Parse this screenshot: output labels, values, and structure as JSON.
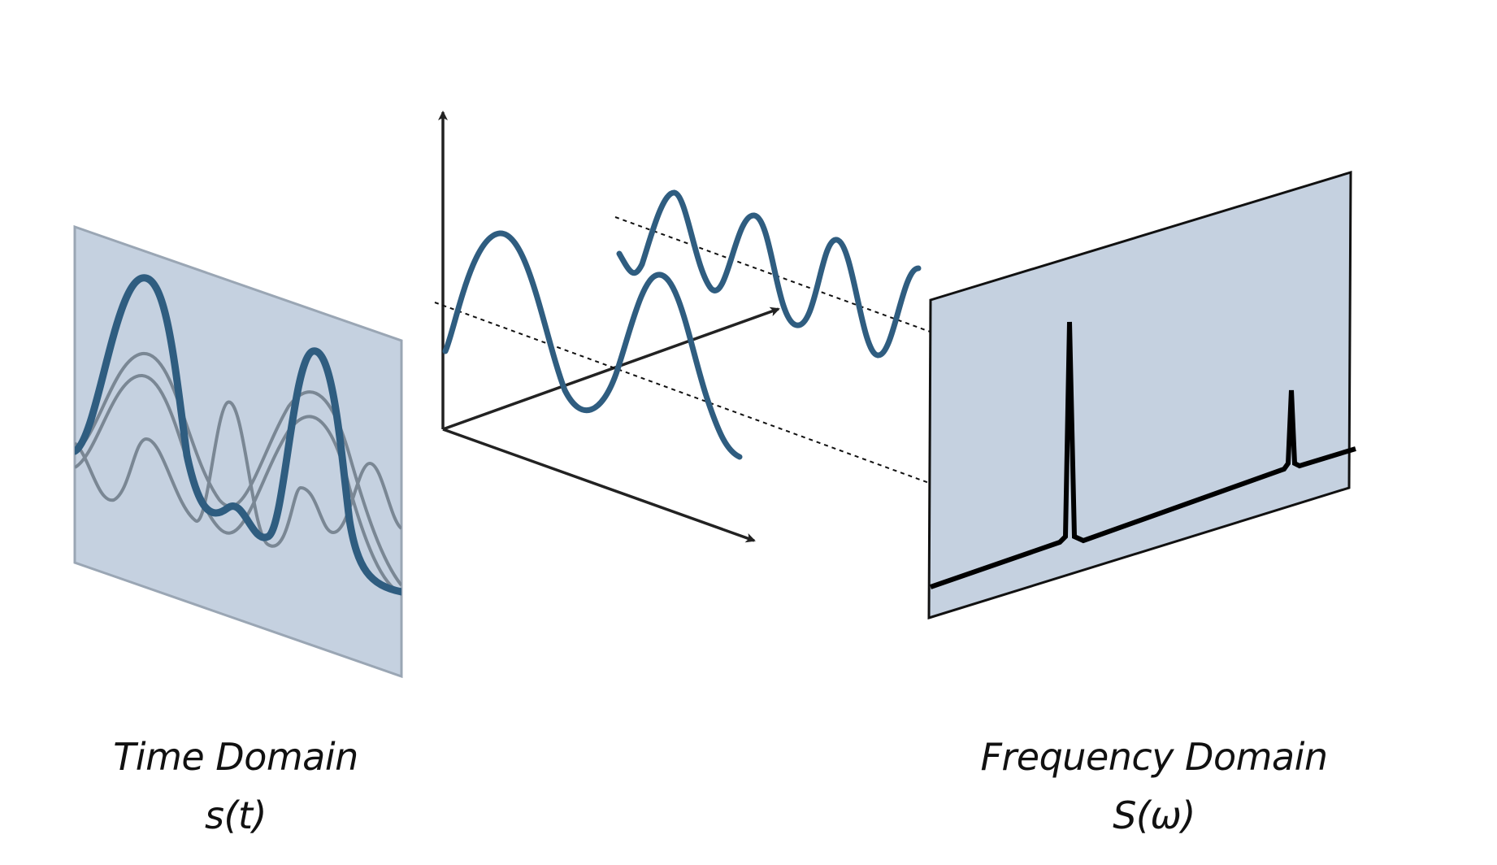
{
  "captions": {
    "time_title": "Time Domain",
    "time_symbol": "s(t)",
    "freq_title": "Frequency Domain",
    "freq_symbol": "S(ω)"
  },
  "colors": {
    "panel_fill": "#c5d1e0",
    "wave": "#2f5d80",
    "wave_thin": "#7a8794",
    "axis": "#222222",
    "spectrum": "#000000"
  },
  "components": [
    {
      "name": "component-low",
      "cycles_in_panel": 2
    },
    {
      "name": "component-high",
      "cycles_in_panel": 4
    }
  ],
  "spectrum_peaks": [
    {
      "name": "peak-low",
      "relative_height": 1.0
    },
    {
      "name": "peak-high",
      "relative_height": 0.35
    }
  ]
}
